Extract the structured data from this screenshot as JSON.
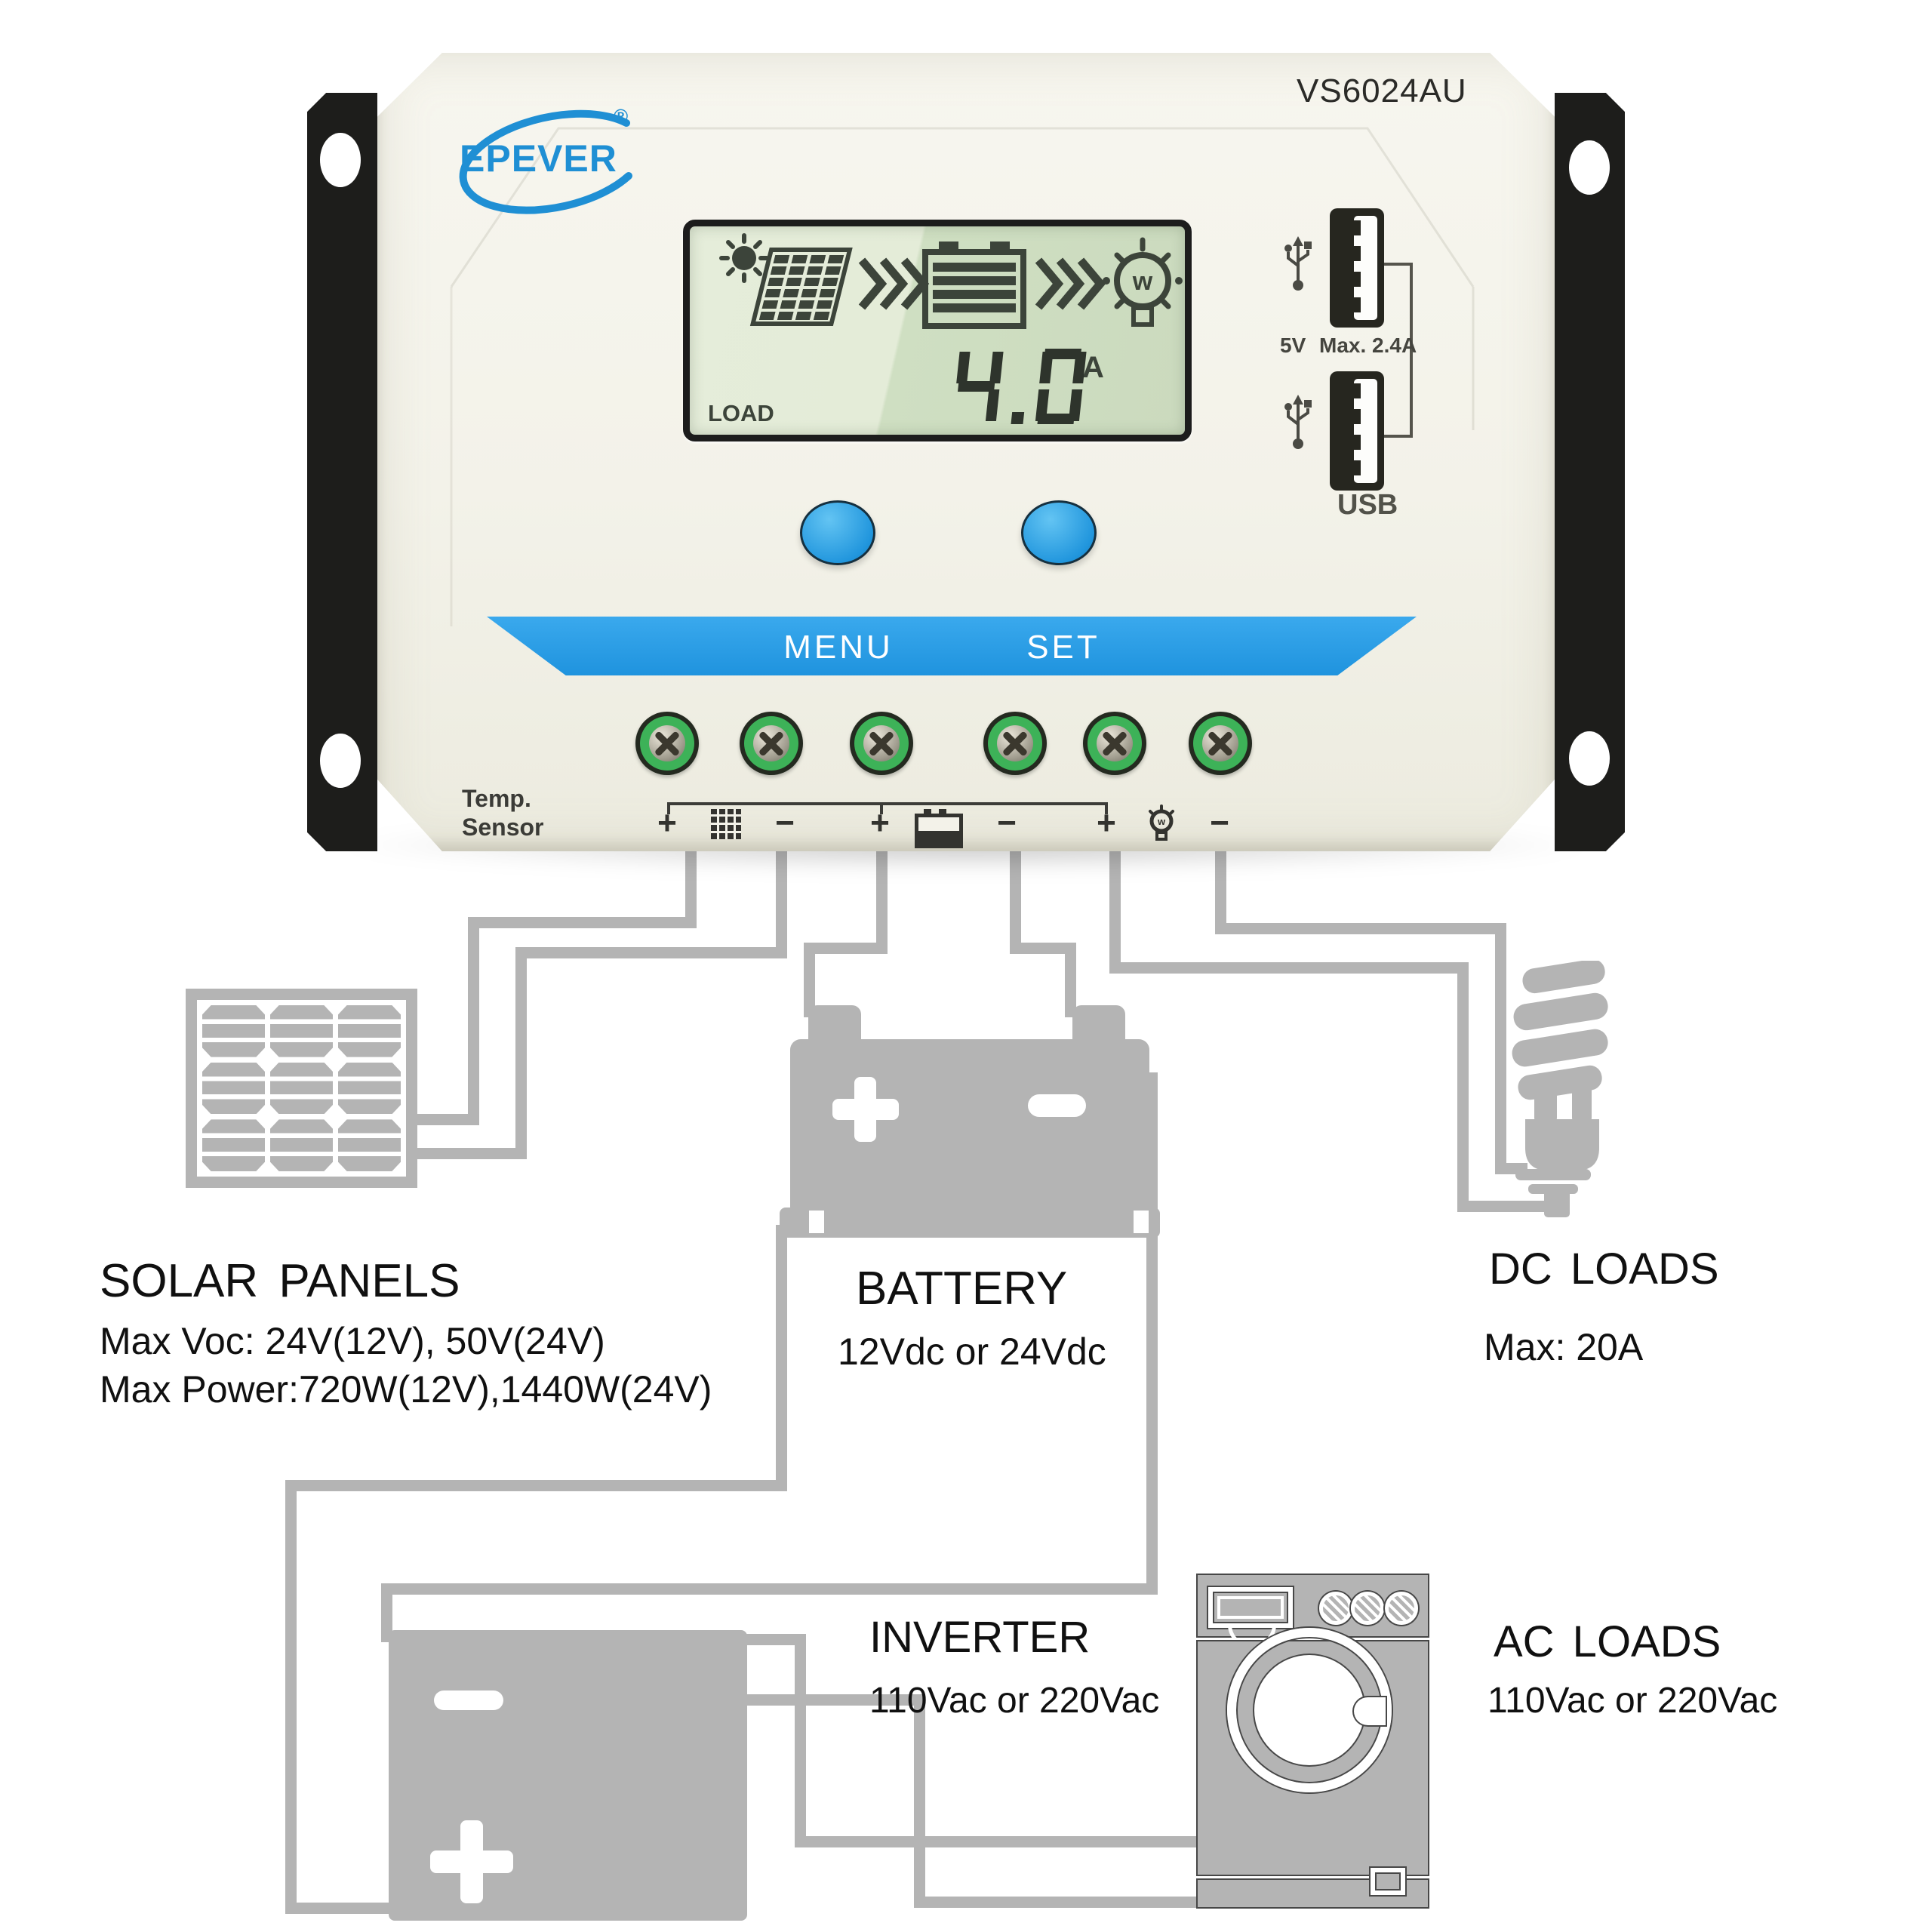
{
  "device": {
    "brand": "EPEVER",
    "brand_reg": "®",
    "model": "VS6024AU",
    "lcd": {
      "load_label": "LOAD",
      "value": "4.0",
      "unit": "A",
      "bulb_letter": "w"
    },
    "buttons": {
      "menu": "MENU",
      "set": "SET"
    },
    "temp_sensor": {
      "line1": "Temp.",
      "line2": "Sensor"
    },
    "terminal_groups": [
      {
        "plus": "+",
        "minus": "−",
        "icon": "solar-panel-icon"
      },
      {
        "plus": "+",
        "minus": "−",
        "icon": "battery-icon"
      },
      {
        "plus": "+",
        "minus": "−",
        "icon": "lamp-icon"
      }
    ],
    "usb": {
      "voltage": "5V",
      "max_current": "Max. 2.4A",
      "label": "USB"
    }
  },
  "diagram": {
    "solar": {
      "title": "SOLAR  PANELS",
      "line1": "Max Voc: 24V(12V), 50V(24V)",
      "line2": "Max Power:720W(12V),1440W(24V)"
    },
    "battery": {
      "title": "BATTERY",
      "line1": "12Vdc  or  24Vdc"
    },
    "dc_loads": {
      "title": "DC  LOADS",
      "line1": "Max:  20A"
    },
    "inverter": {
      "title": "INVERTER",
      "line1": "110Vac  or  220Vac"
    },
    "ac_loads": {
      "title": "AC  LOADS",
      "line1": "110Vac  or  220Vac"
    }
  },
  "icons": {
    "lcd_sun": "sun",
    "lcd_panel": "solar-panel-grid",
    "lcd_flow": "triple-chevron-right",
    "lcd_battery": "battery",
    "lcd_lamp": "lamp-with-w",
    "usb_symbol": "usb-trident",
    "terminal_screw": "phillips-screw",
    "dc_load_icon": "cfl-bulb",
    "ac_load_icon": "washing-machine"
  },
  "colors": {
    "accent_blue": "#2196dd",
    "logo_blue": "#1f8fd4",
    "lcd_green_light": "#e5edda",
    "lcd_green_dark": "#cbdabe",
    "lcd_ink": "#3c443a",
    "terminal_green": "#3db258",
    "diagram_gray": "#b4b4b4",
    "bracket_black": "#1d1d1b",
    "body_cream": "#f3f2e9"
  }
}
